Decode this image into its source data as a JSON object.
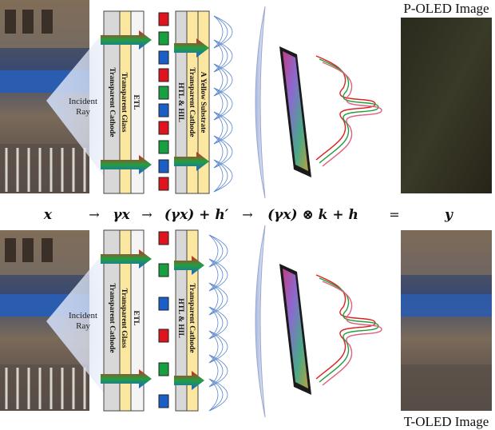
{
  "top": {
    "image_title": "P-OLED Image",
    "ray_label_line1": "Incident",
    "ray_label_line2": "Ray",
    "layer_etl": "ETL",
    "layer_cathode_glass_1": "Transparent Cathode",
    "layer_cathode_glass_2": "Transparent Glass",
    "layer_substrate_1": "A Yellow Substrate",
    "layer_substrate_2": "Transparent Cathode",
    "layer_substrate_3": "HTL & HIL"
  },
  "equation": {
    "x": "x",
    "arrow1": "→",
    "gx": "γx",
    "arrow2": "→",
    "gxh": "(γx) + h′",
    "arrow3": "→",
    "conv": "(γx) ⊗ k + h",
    "equals": "=",
    "y": "y"
  },
  "bottom": {
    "image_title": "T-OLED Image",
    "ray_label_line1": "Incident",
    "ray_label_line2": "Ray",
    "layer_etl": "ETL",
    "layer_cathode_glass_1": "Transparent Cathode",
    "layer_cathode_glass_2": "Transparent Glass",
    "layer_substrate_1": "Transparent Cathode",
    "layer_substrate_2": "HTL & HIL"
  },
  "colors": {
    "pixel_red": "#e0141c",
    "pixel_green": "#18a040",
    "pixel_blue": "#1a5ec8",
    "layer_yellow": "#fbe7a0",
    "layer_grey": "#d8d8d8",
    "wave": "#3a6fc4"
  }
}
